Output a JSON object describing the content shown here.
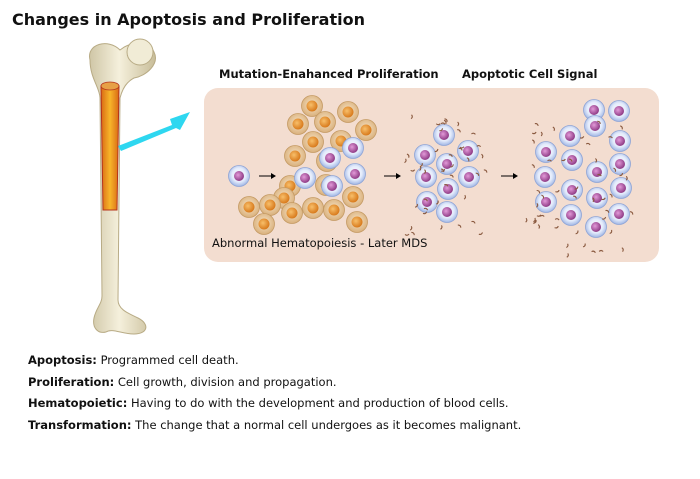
{
  "title": "Changes in Apoptosis and Proliferation",
  "panel_labels": {
    "proliferation": "Mutation-Enahanced Proliferation",
    "apoptosis": "Apoptotic Cell Signal"
  },
  "panel_caption": "Abnormal Hematopoiesis - Later MDS",
  "definitions": [
    {
      "term": "Apoptosis:",
      "text": "Programmed cell death."
    },
    {
      "term": "Proliferation:",
      "text": "Cell growth, division and propagation."
    },
    {
      "term": "Hematopoietic:",
      "text": "Having to do with the development and production of blood cells."
    },
    {
      "term": "Transformation:",
      "text": "The change that a normal cell undergoes as it becomes malignant."
    }
  ],
  "colors": {
    "panel": "#f3ddd0",
    "pointer_arrow": "#2ed7f0",
    "normal_cell_membrane": "#b7c9ee",
    "normal_cell_nucleus": "#b44fa0",
    "abnormal_cell_cytoplasm": "#e8c89c",
    "abnormal_cell_nucleus": "#e89438",
    "bone": "#ece6cf",
    "marrow": "#f0a020"
  }
}
